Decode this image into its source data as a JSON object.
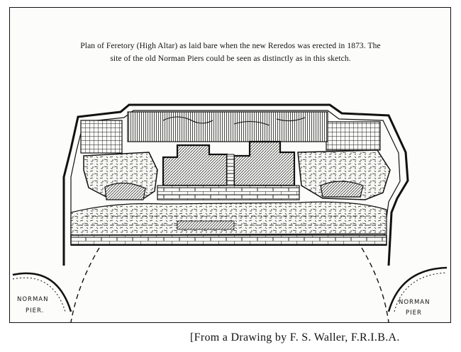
{
  "caption": {
    "line1": "Plan of Feretory (High Altar) as laid bare when the new Reredos was erected in 1873.   The",
    "line2": "site of the old Norman Piers could be seen as distinctly as in this sketch."
  },
  "labels": {
    "left_pier_line1": "NORMAN",
    "left_pier_line2": "PIER.",
    "right_pier_line1": "NORMAN",
    "right_pier_line2": "PIER"
  },
  "credit": "[From a Drawing by F. S. Waller, F.R.I.B.A.",
  "colors": {
    "ink": "#111111",
    "paper": "#fcfcfa"
  }
}
